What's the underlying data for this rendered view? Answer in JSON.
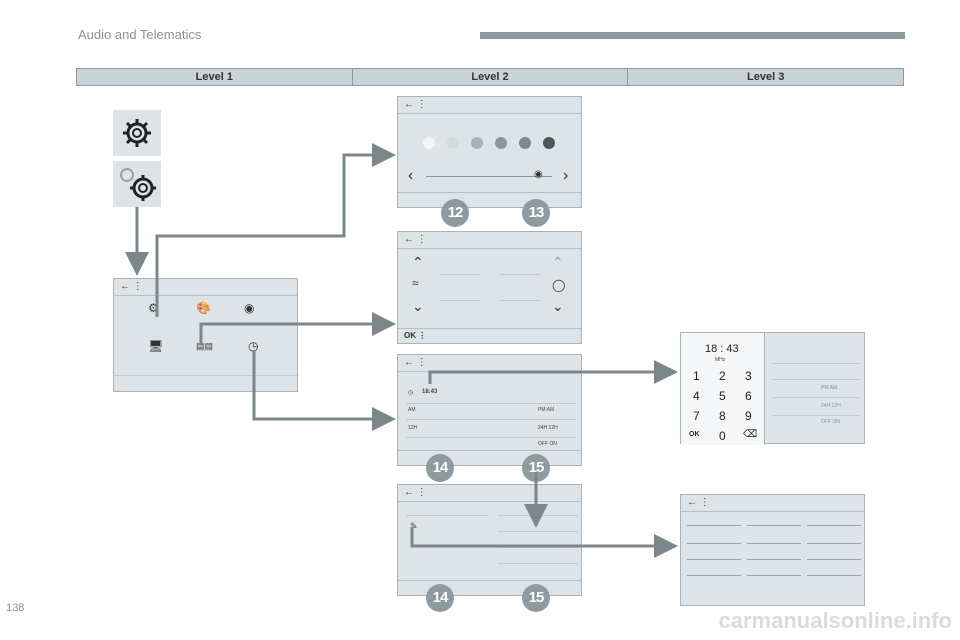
{
  "header": {
    "title": "Audio and Telematics"
  },
  "levels": {
    "level1": "Level 1",
    "level2": "Level 2",
    "level3": "Level 3"
  },
  "screen_clock": {
    "time": "18:43",
    "am": "AM",
    "pm_am": "PM  AM",
    "h12": "12H",
    "h24_12": "24H  12H",
    "off_on": "OFF  ON"
  },
  "screen_units": {
    "ok": "OK"
  },
  "keypad": {
    "time": "18 : 43",
    "unit": "MHz",
    "keys": [
      "1",
      "2",
      "3",
      "4",
      "5",
      "6",
      "7",
      "8",
      "9",
      "OK",
      "0",
      "⌫"
    ]
  },
  "level3_right": {
    "pm_am": "PM  AM",
    "h24_12": "24H  12H",
    "off_on": "OFF  ON"
  },
  "badges": [
    "12",
    "13",
    "14",
    "15",
    "14",
    "15"
  ],
  "icons": {
    "back": "back-arrow-icon",
    "settings": "gear-icon",
    "settings_multi": "gears-icon",
    "palette": "palette-icon",
    "screen": "monitor-icon",
    "units": "units-icon",
    "clock": "clock-icon",
    "edit": "pencil-icon"
  },
  "page_number": "138",
  "footer": "carmanualsonline.info"
}
